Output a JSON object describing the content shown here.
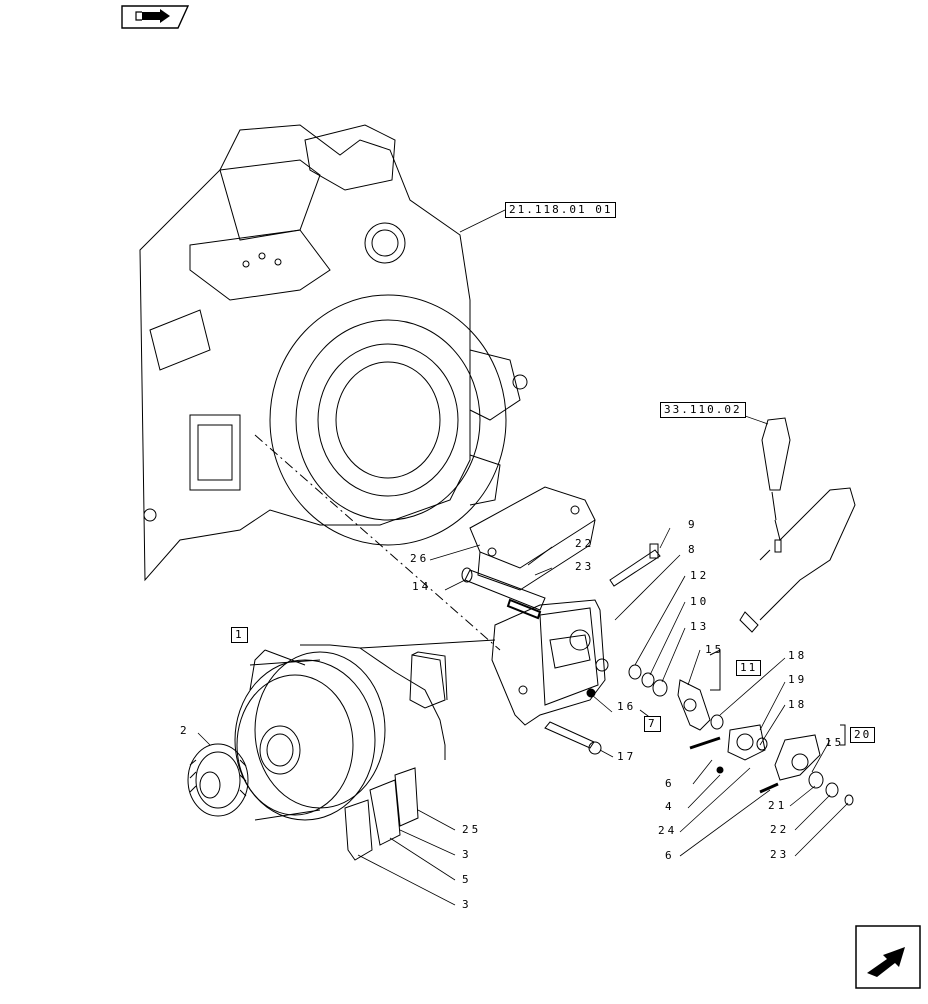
{
  "nav": {
    "back_icon": "back-page-icon",
    "next_icon": "next-page-arrow-icon"
  },
  "references": {
    "frame": "21.118.01 01",
    "handle": "33.110.02"
  },
  "groups": {
    "g1": "1",
    "g7": "7",
    "g11": "11",
    "g20": "20"
  },
  "callouts": {
    "c9": "9",
    "c8": "8",
    "c22a": "22",
    "c23a": "23",
    "c26": "26",
    "c14": "14",
    "c12": "12",
    "c10": "10",
    "c13": "13",
    "c15a": "15",
    "c18a": "18",
    "c19": "19",
    "c18b": "18",
    "c15b": "15",
    "c16": "16",
    "c17": "17",
    "c2": "2",
    "c6a": "6",
    "c4": "4",
    "c24": "24",
    "c6b": "6",
    "c21": "21",
    "c22b": "22",
    "c23b": "23",
    "c25": "25",
    "c3a": "3",
    "c5": "5",
    "c3b": "3"
  }
}
